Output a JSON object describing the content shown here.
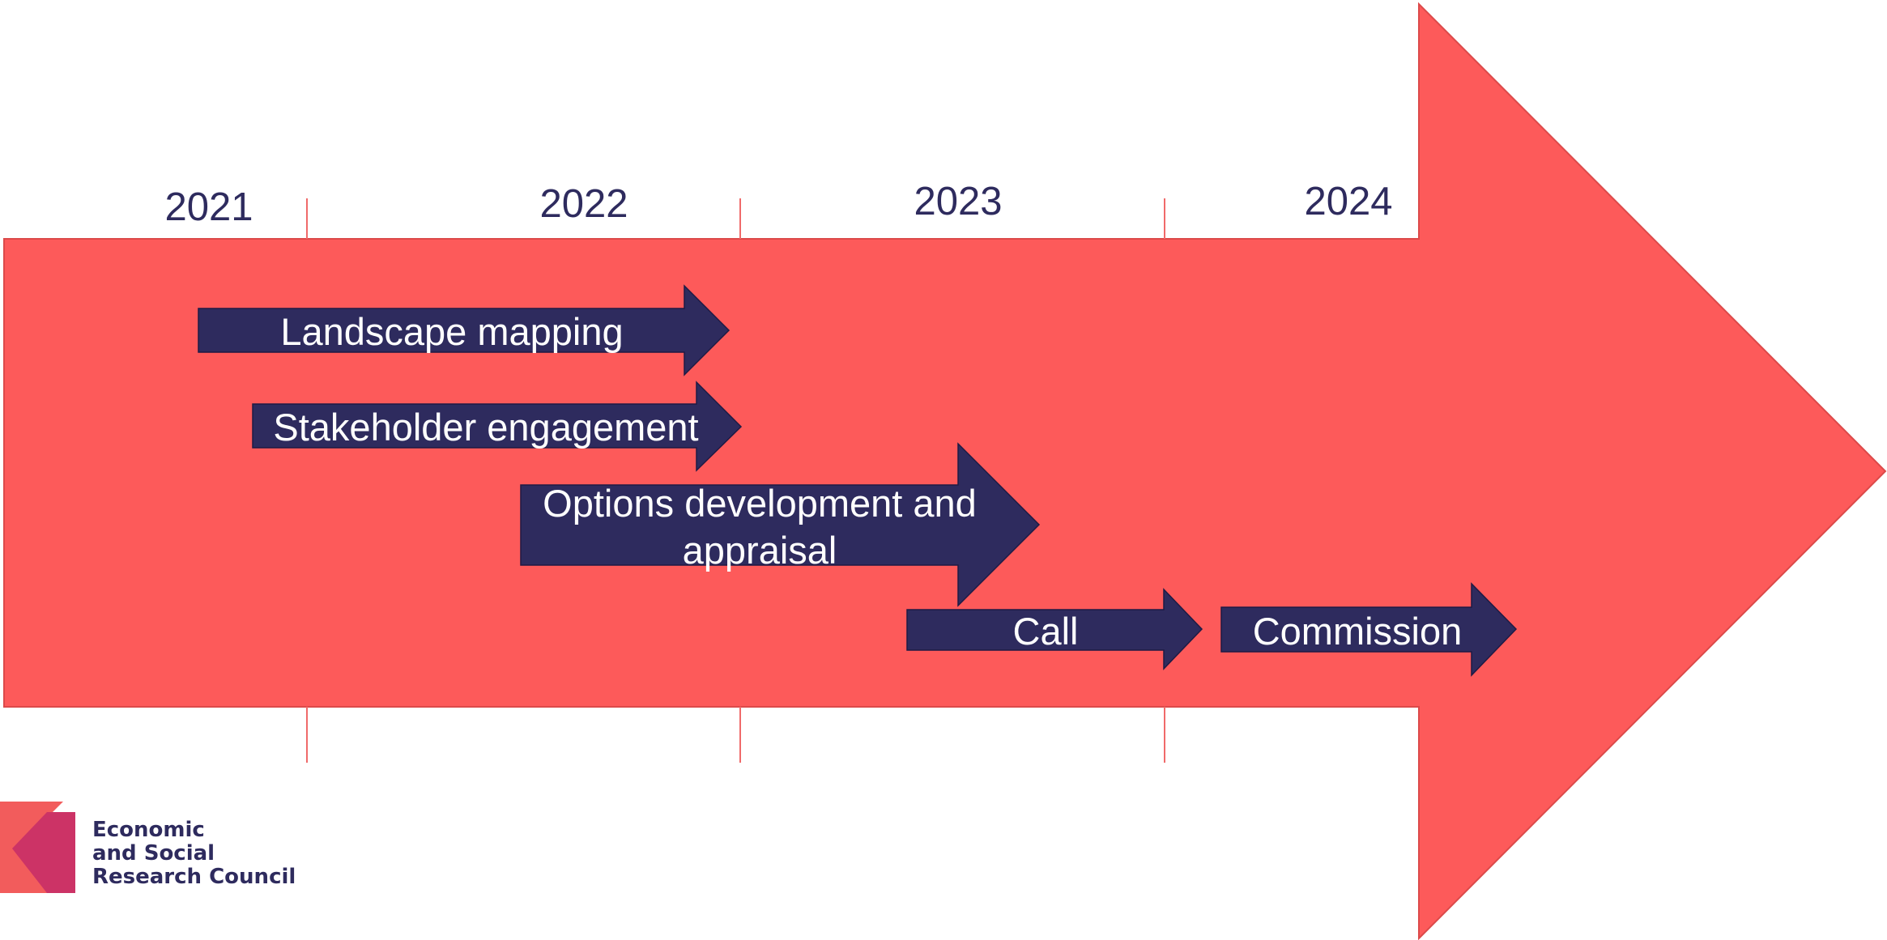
{
  "colors": {
    "big_arrow": "#fd5a5a",
    "big_arrow_stroke": "#dc4a4a",
    "task_arrow": "#2e2b5e",
    "task_text": "#ffffff",
    "year_text": "#2e2b5e",
    "tick": "#f06a6a",
    "logo_light": "#f25c5c",
    "logo_dark": "#cc3366",
    "logo_text": "#2e2b5e"
  },
  "timeline": {
    "years": [
      "2021",
      "2022",
      "2023",
      "2024"
    ]
  },
  "tasks": [
    {
      "id": "landscape-mapping",
      "lines": [
        "Landscape mapping"
      ]
    },
    {
      "id": "stakeholder-engagement",
      "lines": [
        "Stakeholder engagement"
      ]
    },
    {
      "id": "options-development",
      "lines": [
        "Options development and",
        "appraisal"
      ]
    },
    {
      "id": "call",
      "lines": [
        "Call"
      ]
    },
    {
      "id": "commission",
      "lines": [
        "Commission"
      ]
    }
  ],
  "logo": {
    "lines": [
      "Economic",
      "and Social",
      "Research Council"
    ]
  }
}
